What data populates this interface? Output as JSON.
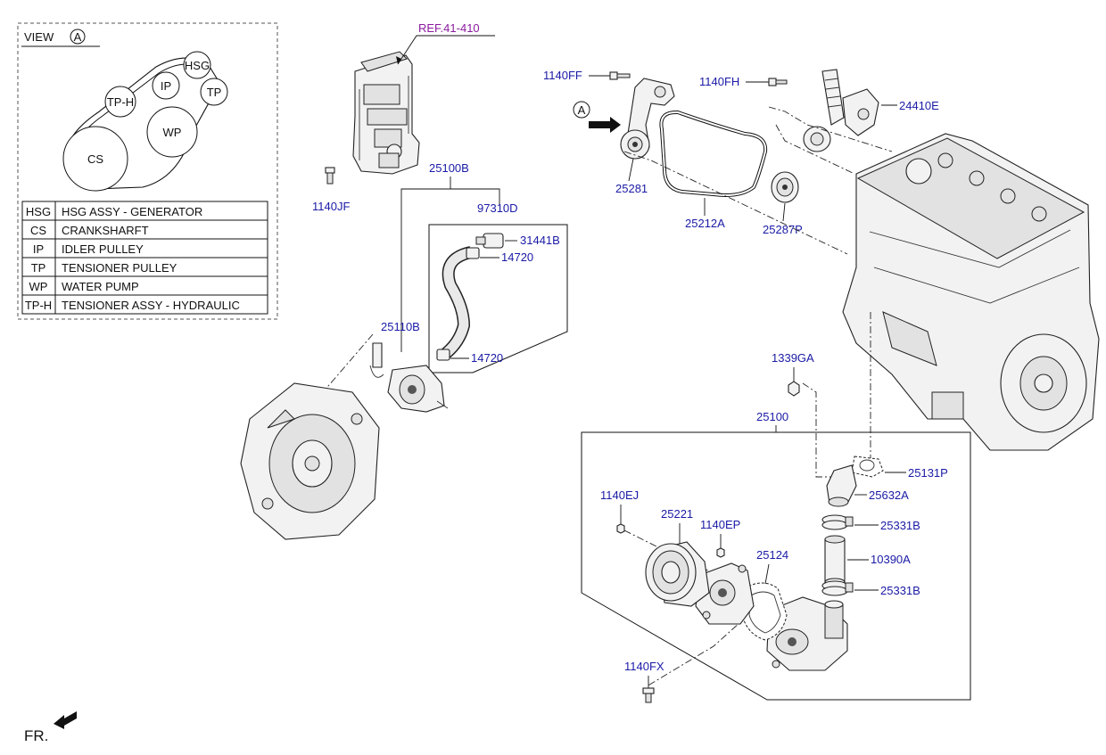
{
  "legend": {
    "view_label": "VIEW",
    "view_marker": "A",
    "circles": {
      "hsg": "HSG",
      "tph": "TP-H",
      "ip": "IP",
      "tp": "TP",
      "wp": "WP",
      "cs": "CS"
    },
    "rows": [
      {
        "code": "HSG",
        "desc": "HSG ASSY - GENERATOR"
      },
      {
        "code": "CS",
        "desc": "CRANKSHARFT"
      },
      {
        "code": "IP",
        "desc": "IDLER PULLEY"
      },
      {
        "code": "TP",
        "desc": "TENSIONER PULLEY"
      },
      {
        "code": "WP",
        "desc": "WATER PUMP"
      },
      {
        "code": "TP-H",
        "desc": "TENSIONER ASSY - HYDRAULIC"
      }
    ]
  },
  "ref_label": "REF.41-410",
  "view_arrow_marker": "A",
  "labels": {
    "p1140FF": "1140FF",
    "p1140FH": "1140FH",
    "p24410E": "24410E",
    "p25281": "25281",
    "p25212A": "25212A",
    "p25287P": "25287P",
    "p1140JF": "1140JF",
    "p25100B": "25100B",
    "p97310D": "97310D",
    "p31441B": "31441B",
    "p14720a": "14720",
    "p14720b": "14720",
    "p25110B": "25110B",
    "p1339GA": "1339GA",
    "p25100": "25100",
    "p25131P": "25131P",
    "p25632A": "25632A",
    "p25331Ba": "25331B",
    "p10390A": "10390A",
    "p25331Bb": "25331B",
    "p1140EJ": "1140EJ",
    "p25221": "25221",
    "p1140EP": "1140EP",
    "p25124": "25124",
    "p1140FX": "1140FX"
  },
  "fr_label": "FR."
}
